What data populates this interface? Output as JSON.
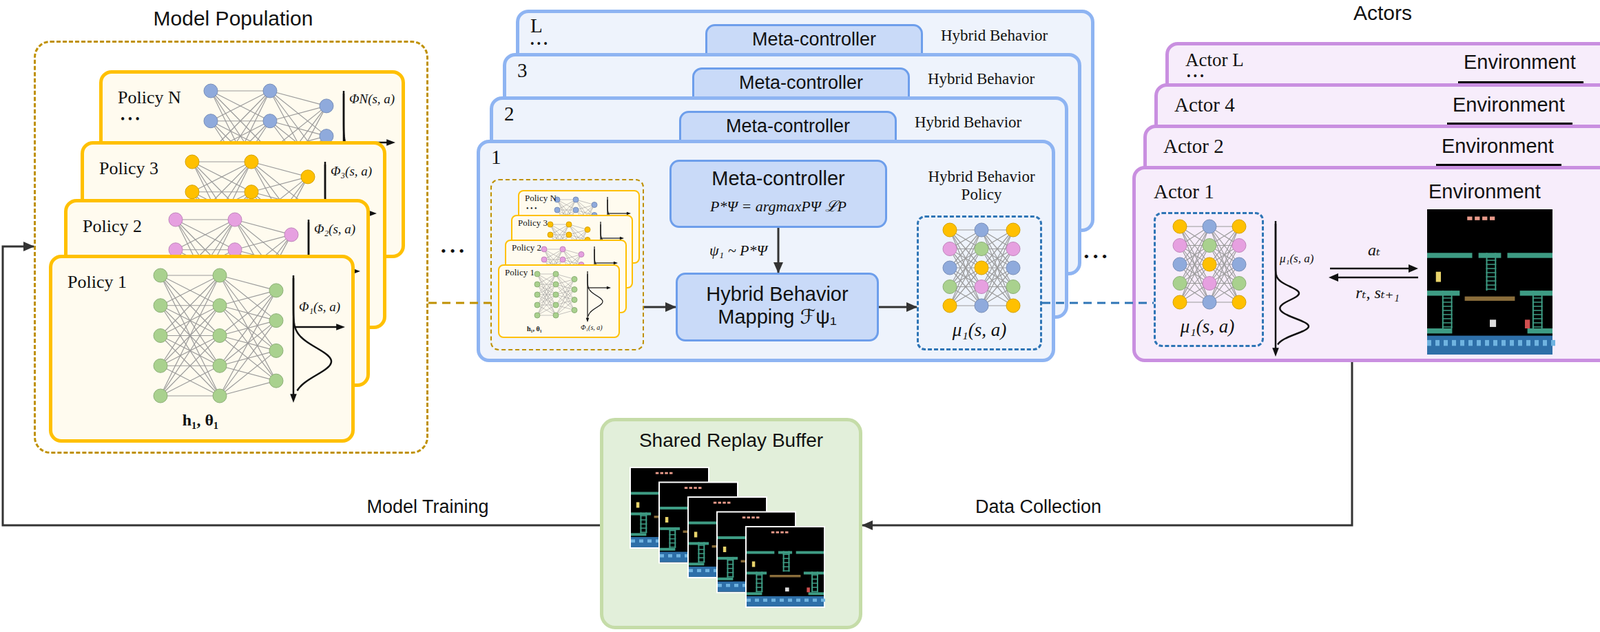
{
  "diagram": {
    "nodes": [
      {
        "text": [
          "Model Population"
        ]
      },
      {
        "text": [
          "Policy N",
          "• • •",
          "ΦN(s, a)"
        ],
        "in": 0
      },
      {
        "text": [
          "Policy 3",
          "Φ₃(s, a)"
        ],
        "in": 0
      },
      {
        "text": [
          "Policy 2",
          "Φ₂(s, a)"
        ],
        "in": 0
      },
      {
        "text": [
          "Policy 1",
          "Φ₁(s, a)",
          "h₁,  θ₁"
        ],
        "in": 0
      },
      {
        "text": [
          "L",
          "• • •",
          "Hybrid Behavior"
        ]
      },
      {
        "text": [
          "Meta-controller"
        ],
        "in": 5
      },
      {
        "text": [
          "3",
          "Hybrid Behavior"
        ]
      },
      {
        "text": [
          "Meta-controller"
        ],
        "in": 7
      },
      {
        "text": [
          "2",
          "Hybrid Behavior"
        ]
      },
      {
        "text": [
          "Meta-controller"
        ],
        "in": 9
      },
      {
        "text": [
          "1"
        ]
      },
      {
        "text": [],
        "in": 11
      },
      {
        "text": [
          "Policy N",
          "• • •"
        ],
        "in": 12
      },
      {
        "text": [
          "Policy 3"
        ],
        "in": 12
      },
      {
        "text": [
          "Policy 2"
        ],
        "in": 12
      },
      {
        "text": [
          "Policy 1",
          "h₁,  θ₁",
          "Φ₁(s, a)"
        ],
        "in": 12
      },
      {
        "text": [
          "Meta-controller",
          "P*Ψ = argmaxPΨ ℒP"
        ],
        "in": 11
      },
      {
        "text": [
          "Hybrid Behavior Mapping ℱψ₁"
        ],
        "in": 11
      },
      {
        "text": [
          "Hybrid Behavior Policy",
          "μ₁(s, a)"
        ],
        "in": 11
      },
      {
        "text": [
          "Actor L",
          "• • •",
          "Environment"
        ]
      },
      {
        "text": [
          "Actor 4",
          "Environment"
        ]
      },
      {
        "text": [
          "Actor 2",
          "Environment"
        ]
      },
      {
        "text": [
          "Actor 1",
          "Environment"
        ]
      },
      {
        "text": [
          "μ₁(s, a)"
        ],
        "in": 23
      },
      {
        "text": [
          "Shared Replay Buffer"
        ]
      }
    ],
    "edges": [
      {
        "from": 0,
        "to": 12,
        "arrow": "none"
      },
      {
        "from": 12,
        "to": 18,
        "arrow": "to"
      },
      {
        "from": 17,
        "to": 18,
        "arrow": "to",
        "label": "ψ₁ ~ P*Ψ"
      },
      {
        "from": 18,
        "to": 19,
        "arrow": "to"
      },
      {
        "from": 19,
        "to": 24,
        "arrow": "none"
      },
      {
        "from": 23,
        "to": 25,
        "arrow": "to",
        "label": "Data Collection"
      },
      {
        "from": 25,
        "to": 0,
        "arrow": "to",
        "label": "Model Training"
      }
    ],
    "labels": [
      "Actors",
      "• • •",
      "• • •",
      "μ₁(s, a)",
      "aₜ",
      "rₜ, sₜ₊₁"
    ]
  }
}
